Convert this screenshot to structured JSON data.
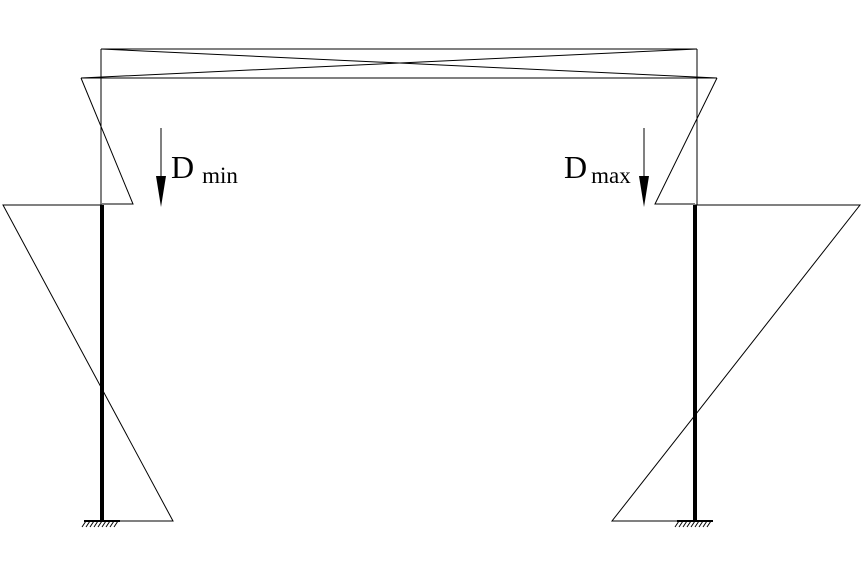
{
  "loads": {
    "left": {
      "letter": "D",
      "subscript": "min"
    },
    "right": {
      "letter": "D",
      "subscript": "max"
    }
  }
}
